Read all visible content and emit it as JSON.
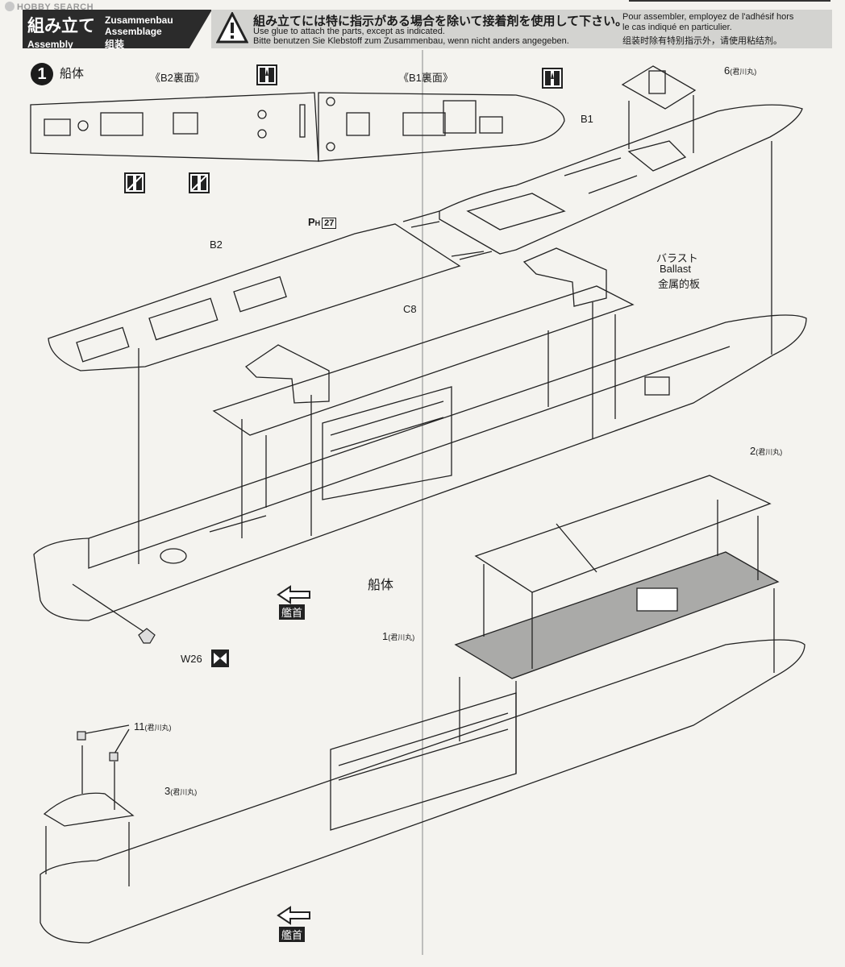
{
  "watermark": "HOBBY SEARCH",
  "header": {
    "title_jp": "組み立て",
    "title_en": "Assembly",
    "title_de": "Zusammenbau",
    "title_fr": "Assemblage",
    "title_zh": "组装"
  },
  "warning": {
    "jp": "組み立てには特に指示がある場合を除いて接着剤を使用して下さい。",
    "en": "Use glue to attach the parts, except as indicated.",
    "de": "Bitte benutzen Sie Klebstoff zum Zusammenbau, wenn nicht anders angegeben.",
    "fr_1": "Pour assembler, employez de l'adhésif hors",
    "fr_2": "le cas indiqué en particulier.",
    "zh": "组装时除有特别指示外，请使用粘结剂。"
  },
  "step": {
    "number": "1",
    "title": "船体"
  },
  "labels": {
    "b2_back": "《B2裏面》",
    "b1_back": "《B1裏面》",
    "part_6": "6",
    "part_6_note": "(君川丸)",
    "b1": "B1",
    "b2": "B2",
    "ph": "P",
    "ph_sub": "H",
    "ph_num": "27",
    "ballast_jp": "バラスト",
    "ballast_en": "Ballast",
    "ballast_zh": "金属的板",
    "c8": "C8",
    "part_2": "2",
    "part_2_note": "(君川丸)",
    "hull": "船体",
    "bow": "艦首",
    "w26": "W26",
    "part_1": "1",
    "part_1_note": "(君川丸)",
    "part_11": "11",
    "part_11_note": "(君川丸)",
    "part_3": "3",
    "part_3_note": "(君川丸)",
    "bow_2": "艦首"
  },
  "icons": [
    "warning-triangle-icon",
    "glue-symbol-icon",
    "no-glue-symbol-icon",
    "arrow-left-icon"
  ]
}
